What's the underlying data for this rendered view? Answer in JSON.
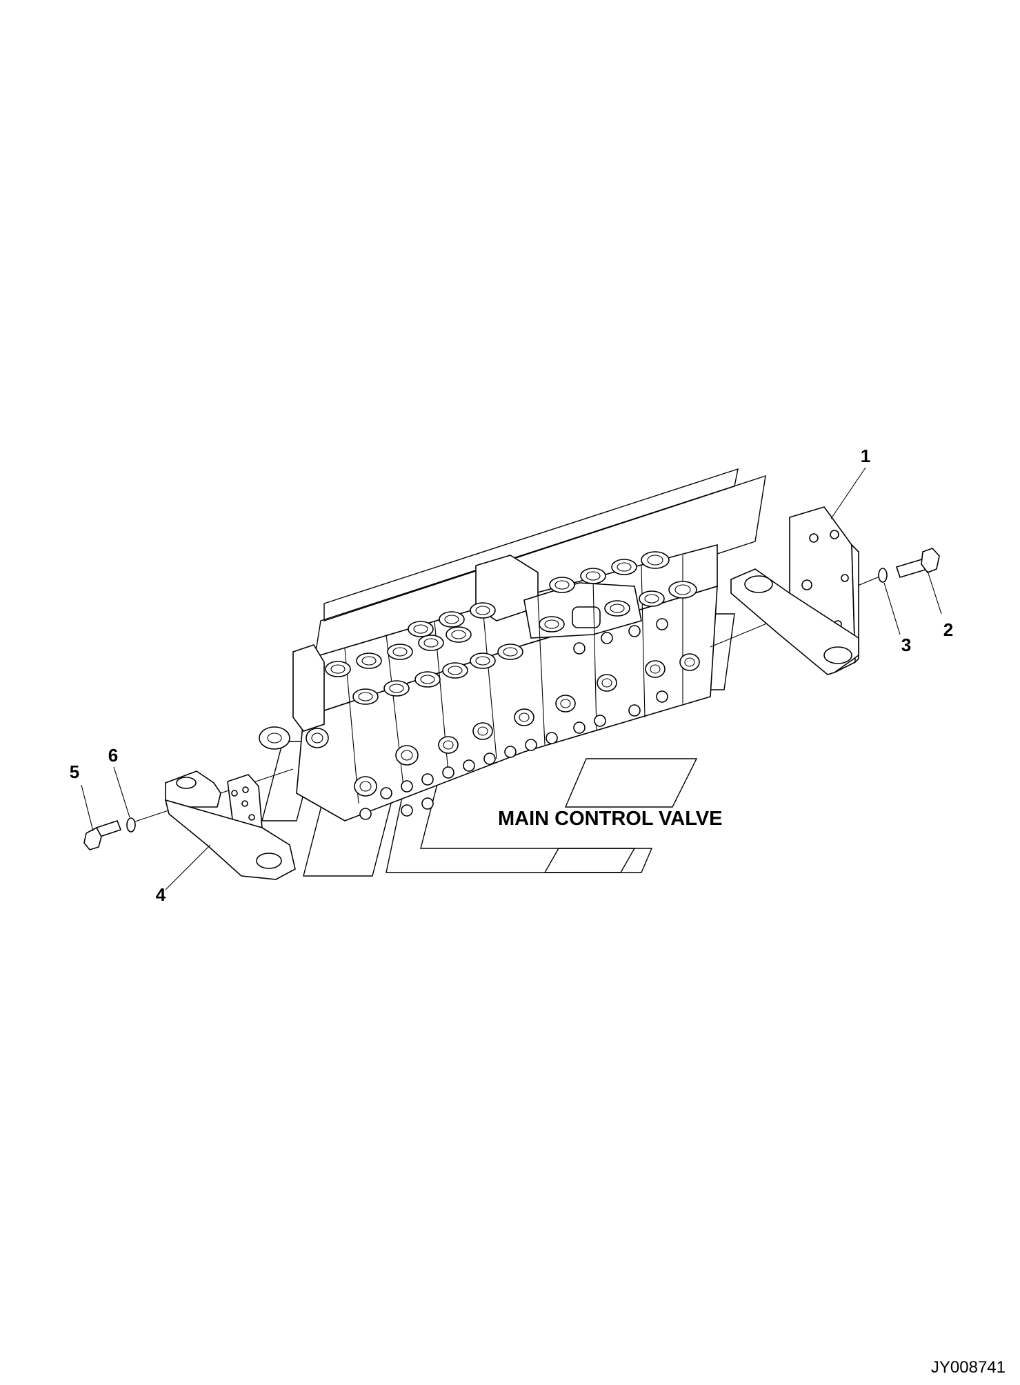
{
  "diagram": {
    "title": "MAIN CONTROL VALVE",
    "reference_code": "JY008741",
    "callouts": [
      {
        "number": "1",
        "part": "bracket-right"
      },
      {
        "number": "2",
        "part": "bolt-right"
      },
      {
        "number": "3",
        "part": "washer-right"
      },
      {
        "number": "4",
        "part": "bracket-left"
      },
      {
        "number": "5",
        "part": "bolt-left"
      },
      {
        "number": "6",
        "part": "washer-left"
      }
    ]
  }
}
